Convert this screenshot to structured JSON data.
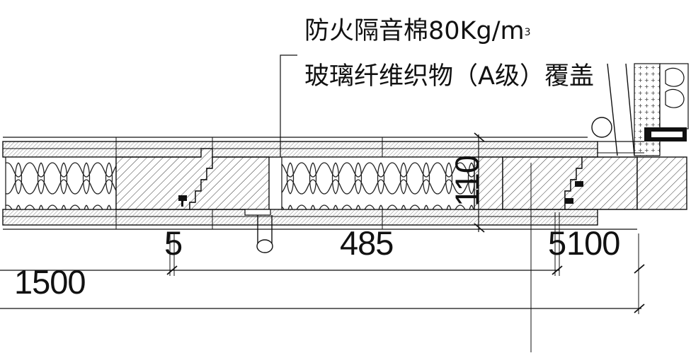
{
  "note": {
    "line1": "防火隔音棉80Kg/m",
    "line1_superscript": "3",
    "line2": "玻璃纤维织物（A级）覆盖"
  },
  "dimensions": {
    "gap_left": "5",
    "panel_width": "485",
    "thickness": "110",
    "gap_right": "5",
    "right_span": "100",
    "total_span": "1500"
  },
  "colors": {
    "line": "#111111",
    "paper": "#ffffff"
  }
}
